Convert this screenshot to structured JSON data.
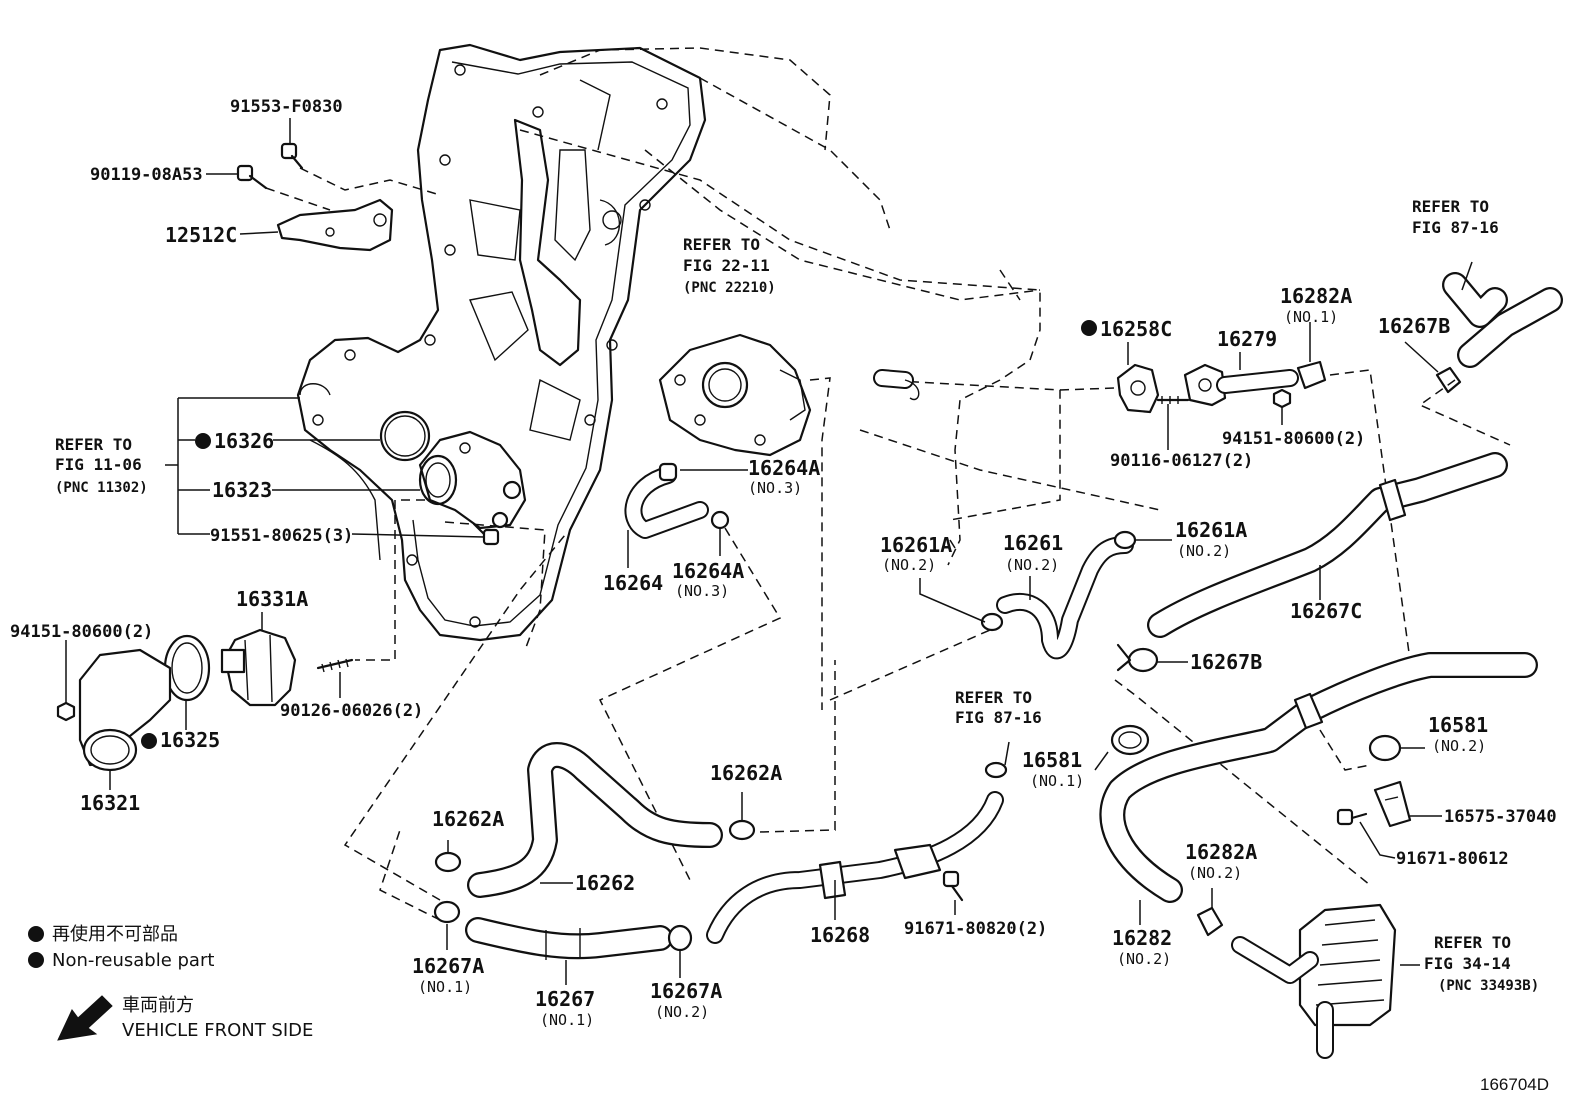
{
  "diagram_id": "166704D",
  "legend": {
    "jp_nonreusable": "再使用不可部品",
    "en_nonreusable": "Non-reusable part",
    "jp_front": "車両前方",
    "en_front": "VEHICLE FRONT SIDE"
  },
  "refer": {
    "fig2211": {
      "l1": "REFER TO",
      "l2": "FIG 22-11",
      "l3": "(PNC 22210)"
    },
    "fig1106": {
      "l1": "REFER TO",
      "l2": "FIG 11-06",
      "l3": "(PNC 11302)"
    },
    "fig8716_top": {
      "l1": "REFER TO",
      "l2": "FIG 87-16"
    },
    "fig8716_mid": {
      "l1": "REFER TO",
      "l2": "FIG 87-16"
    },
    "fig3414": {
      "l1": "REFER TO",
      "l2": "FIG 34-14",
      "l3": "(PNC 33493B)"
    }
  },
  "labels": {
    "p91553": "91553-F0830",
    "p90119": "90119-08A53",
    "p12512c": "12512C",
    "p16326": "16326",
    "p16323": "16323",
    "p91551": "91551-80625(3)",
    "p16331a": "16331A",
    "p94151_left": "94151-80600(2)",
    "p90126": "90126-06026(2)",
    "p16325": "16325",
    "p16321": "16321",
    "p16264a_1": "16264A",
    "p16264a_1_sub": "(NO.3)",
    "p16264": "16264",
    "p16264a_2": "16264A",
    "p16264a_2_sub": "(NO.3)",
    "p16262a_1": "16262A",
    "p16262a_2": "16262A",
    "p16262": "16262",
    "p16267a_1": "16267A",
    "p16267a_1_sub": "(NO.1)",
    "p16267": "16267",
    "p16267_sub": "(NO.1)",
    "p16267a_2": "16267A",
    "p16267a_2_sub": "(NO.2)",
    "p16268": "16268",
    "p91671_80820": "91671-80820(2)",
    "p16258c": "16258C",
    "p16279": "16279",
    "p16282a_1": "16282A",
    "p16282a_1_sub": "(NO.1)",
    "p94151_right": "94151-80600(2)",
    "p90116": "90116-06127(2)",
    "p16267b_1": "16267B",
    "p16261a_1": "16261A",
    "p16261a_1_sub": "(NO.2)",
    "p16261": "16261",
    "p16261_sub": "(NO.2)",
    "p16261a_2": "16261A",
    "p16261a_2_sub": "(NO.2)",
    "p16267c": "16267C",
    "p16267b_2": "16267B",
    "p16581_1": "16581",
    "p16581_1_sub": "(NO.1)",
    "p16581_2": "16581",
    "p16581_2_sub": "(NO.2)",
    "p16575": "16575-37040",
    "p91671_80612": "91671-80612",
    "p16282a_2": "16282A",
    "p16282a_2_sub": "(NO.2)",
    "p16282": "16282",
    "p16282_sub": "(NO.2)"
  }
}
